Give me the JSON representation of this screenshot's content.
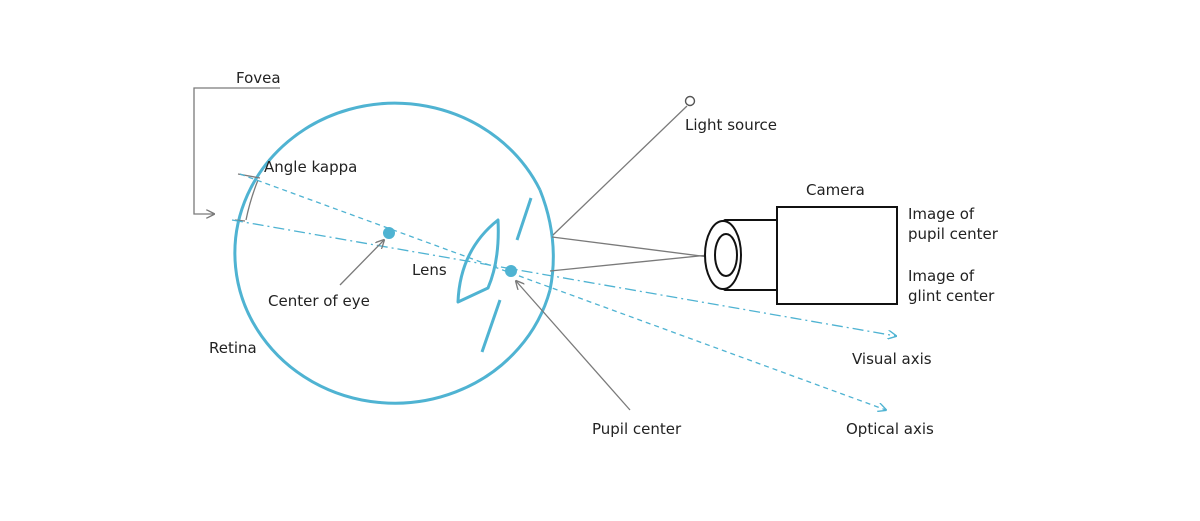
{
  "labels": {
    "fovea": "Fovea",
    "angle_kappa": "Angle kappa",
    "center_of_eye": "Center of eye",
    "lens": "Lens",
    "retina": "Retina",
    "pupil_center": "Pupil center",
    "light_source": "Light source",
    "camera": "Camera",
    "image_pupil_line1": "Image of",
    "image_pupil_line2": "pupil center",
    "image_glint_line1": "Image of",
    "image_glint_line2": "glint center",
    "visual_axis": "Visual axis",
    "optical_axis": "Optical axis"
  },
  "colors": {
    "eye": "#4fb3d2",
    "leader_lines": "#7a7a7a",
    "camera": "#111111",
    "text": "#222222"
  }
}
